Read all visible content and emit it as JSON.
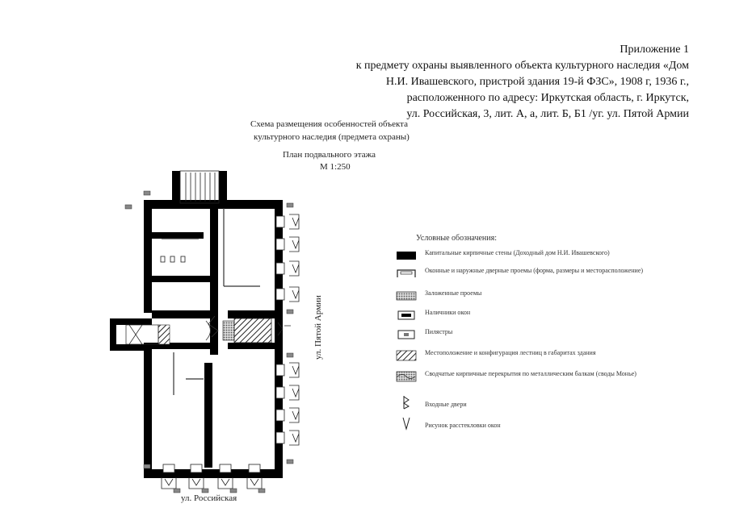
{
  "header": {
    "lines": [
      "Приложение 1",
      "к предмету охраны выявленного объекта культурного наследия «Дом",
      "Н.И. Ивашевского, пристрой здания 19-й ФЗС», 1908 г, 1936 г.,",
      "расположенного по адресу: Иркутская область, г. Иркутск,",
      "ул. Российская, 3, лит. А, а, лит. Б, Б1 /уг. ул. Пятой Армии"
    ]
  },
  "schema": {
    "title_line1": "Схема размещения особенностей объекта",
    "title_line2": "культурного наследия (предмета охраны)",
    "plan_title": "План подвального этажа",
    "scale": "М 1:250"
  },
  "streets": {
    "bottom": "ул. Российская",
    "right": "ул. Пятой Армии"
  },
  "legend": {
    "title": "Условные обозначения:",
    "items": [
      {
        "symbol": "solid-wall",
        "text": "Капитальные кирпичные стены (Доходный дом Н.И. Ивашевского)"
      },
      {
        "symbol": "opening",
        "text": "Оконные и наружные дверные проемы (форма, размеры и месторасположение)"
      },
      {
        "symbol": "filled-opening",
        "text": "Заложенные проемы"
      },
      {
        "symbol": "window-trim",
        "text": "Наличники окон"
      },
      {
        "symbol": "pilaster",
        "text": "Пилястры"
      },
      {
        "symbol": "stair-hatch",
        "text": "Местоположение и конфигурация лестниц в габаритах здания"
      },
      {
        "symbol": "vault",
        "text": "Сводчатые кирпичные перекрытия по металлическим балкам (своды Монье)"
      },
      {
        "symbol": "entrance-door",
        "text": "Входные двери"
      },
      {
        "symbol": "window-pattern",
        "text": "Рисунок расстекловки окон"
      }
    ]
  }
}
